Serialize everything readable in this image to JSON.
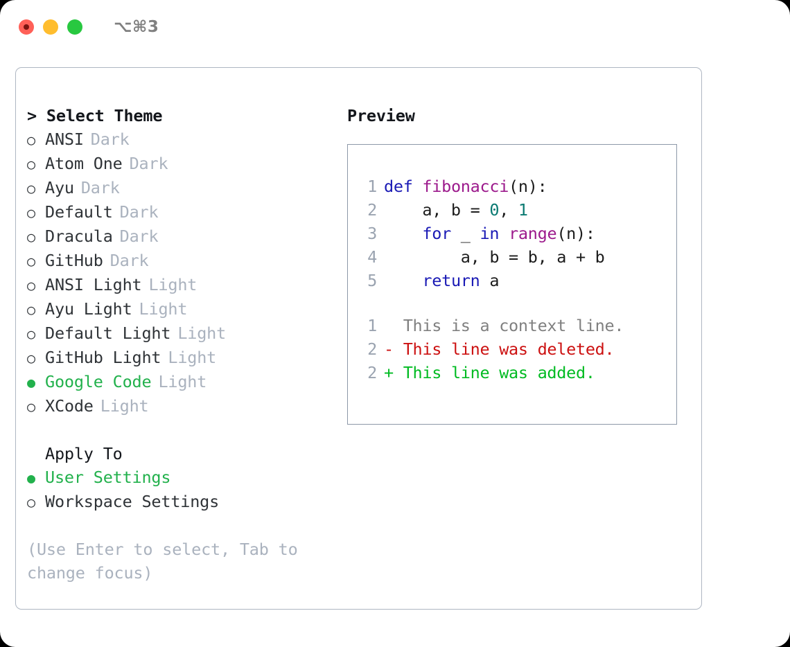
{
  "window": {
    "shortcut": "⌥⌘3",
    "traffic_lights": [
      {
        "name": "close",
        "color": "#ff6058"
      },
      {
        "name": "minimize",
        "color": "#ffbd2e"
      },
      {
        "name": "maximize",
        "color": "#28c840"
      }
    ]
  },
  "left": {
    "heading": "> Select Theme",
    "themes": [
      {
        "bullet": "○",
        "name": "ANSI",
        "variant": "Dark",
        "selected": false
      },
      {
        "bullet": "○",
        "name": "Atom One",
        "variant": "Dark",
        "selected": false
      },
      {
        "bullet": "○",
        "name": "Ayu",
        "variant": "Dark",
        "selected": false
      },
      {
        "bullet": "○",
        "name": "Default",
        "variant": "Dark",
        "selected": false
      },
      {
        "bullet": "○",
        "name": "Dracula",
        "variant": "Dark",
        "selected": false
      },
      {
        "bullet": "○",
        "name": "GitHub",
        "variant": "Dark",
        "selected": false
      },
      {
        "bullet": "○",
        "name": "ANSI Light",
        "variant": "Light",
        "selected": false
      },
      {
        "bullet": "○",
        "name": "Ayu Light",
        "variant": "Light",
        "selected": false
      },
      {
        "bullet": "○",
        "name": "Default Light",
        "variant": "Light",
        "selected": false
      },
      {
        "bullet": "○",
        "name": "GitHub Light",
        "variant": "Light",
        "selected": false
      },
      {
        "bullet": "●",
        "name": "Google Code",
        "variant": "Light",
        "selected": true
      },
      {
        "bullet": "○",
        "name": "XCode",
        "variant": "Light",
        "selected": false
      }
    ],
    "apply_to_heading": "Apply To",
    "apply_to": [
      {
        "bullet": "●",
        "name": "User Settings",
        "selected": true
      },
      {
        "bullet": "○",
        "name": "Workspace Settings",
        "selected": false
      }
    ],
    "hint": "(Use Enter to select, Tab to change focus)"
  },
  "right": {
    "heading": "Preview",
    "code_lines": [
      {
        "no": "1",
        "tokens": [
          {
            "t": "def",
            "c": "kw"
          },
          {
            "t": " ",
            "c": "plain"
          },
          {
            "t": "fibonacci",
            "c": "fn"
          },
          {
            "t": "(n):",
            "c": "plain"
          }
        ]
      },
      {
        "no": "2",
        "tokens": [
          {
            "t": "    a, b = ",
            "c": "plain"
          },
          {
            "t": "0",
            "c": "num"
          },
          {
            "t": ", ",
            "c": "plain"
          },
          {
            "t": "1",
            "c": "num"
          }
        ]
      },
      {
        "no": "3",
        "tokens": [
          {
            "t": "    ",
            "c": "plain"
          },
          {
            "t": "for",
            "c": "kw"
          },
          {
            "t": " _ ",
            "c": "plain"
          },
          {
            "t": "in",
            "c": "kw"
          },
          {
            "t": " ",
            "c": "plain"
          },
          {
            "t": "range",
            "c": "fn"
          },
          {
            "t": "(n):",
            "c": "plain"
          }
        ]
      },
      {
        "no": "4",
        "tokens": [
          {
            "t": "        a, b = b, a + b",
            "c": "plain"
          }
        ]
      },
      {
        "no": "5",
        "tokens": [
          {
            "t": "    ",
            "c": "plain"
          },
          {
            "t": "return",
            "c": "kw"
          },
          {
            "t": " a",
            "c": "plain"
          }
        ]
      }
    ],
    "diff_lines": [
      {
        "no": "1",
        "marker": " ",
        "text": "This is a context line.",
        "kind": "ctx"
      },
      {
        "no": "2",
        "marker": "-",
        "text": "This line was deleted.",
        "kind": "del"
      },
      {
        "no": "2",
        "marker": "+",
        "text": "This line was added.",
        "kind": "add"
      }
    ]
  },
  "colors": {
    "accent_green": "#22b14c",
    "muted": "#aab2be",
    "keyword": "#1a1ab5",
    "function": "#9c1a8c",
    "number": "#0a7a72",
    "diff_add": "#00bb22",
    "diff_del": "#cc1111",
    "panel_border": "#aeb6c2",
    "preview_border": "#8c98a8"
  }
}
